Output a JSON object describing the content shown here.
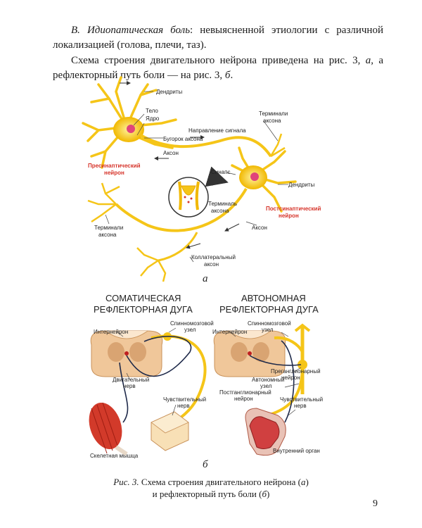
{
  "text": {
    "p1_italic": "В. Идиопатическая боль",
    "p1_rest": ": невыясненной этиологии с различной локализацией (голова, плечи, таз).",
    "p2_part1": "Схема строения двигательного нейрона приведена на рис. 3, ",
    "p2_a": "а",
    "p2_part2": ", а рефлекторный путь боли — на рис. 3, ",
    "p2_b": "б",
    "p2_end": "."
  },
  "figure_a": {
    "labels": {
      "dendrites_top": "Дендриты",
      "body": "Тело",
      "nucleus": "Ядро",
      "axon_hillock": "Бугорок аксона",
      "signal_direction": "Направление сигнала",
      "axon_top": "Аксон",
      "axon_terminals_top": "Терминали",
      "axon_terminals_top2": "аксона",
      "presynaptic1": "Пресинаптический",
      "presynaptic2": "нейрон",
      "synapse": "Синапс",
      "axon_terminal1": "Терминаль",
      "axon_terminal2": "аксона",
      "dendrites_right": "Дендриты",
      "postsynaptic1": "Постсинаптический",
      "postsynaptic2": "нейрон",
      "terminals_left1": "Терминали",
      "terminals_left2": "аксона",
      "axon_bottom": "Аксон",
      "collateral1": "Коллатеральный",
      "collateral2": "аксон"
    },
    "sub_label": "а"
  },
  "figure_b": {
    "somatic_title1": "СОМАТИЧЕСКАЯ",
    "somatic_title2": "РЕФЛЕКТОРНАЯ ДУГА",
    "autonomic_title1": "АВТОНОМНАЯ",
    "autonomic_title2": "РЕФЛЕКТОРНАЯ ДУГА",
    "labels": {
      "spinal_ganglion_l1": "Спинномозговой",
      "spinal_ganglion_l2": "узел",
      "interneuron_l": "Интернейрон",
      "motor_nerve1": "Двигательный",
      "motor_nerve2": "нерв",
      "sensory_nerve_l1": "Чувствительный",
      "sensory_nerve_l2": "нерв",
      "skeletal_muscle": "Скелетная мышца",
      "interneuron_r": "Интернейрон",
      "spinal_ganglion_r1": "Спинномозговой",
      "spinal_ganglion_r2": "узел",
      "preganglionic1": "Преганглионарный",
      "preganglionic2": "нейрон",
      "autonomic_ganglion1": "Автономный",
      "autonomic_ganglion2": "узел",
      "postganglionic1": "Постганглионарный",
      "postganglionic2": "нейрон",
      "sensory_nerve_r1": "Чувствительный",
      "sensory_nerve_r2": "нерв",
      "internal_organ": "Внутренний орган"
    },
    "sub_label": "б"
  },
  "caption": {
    "fig": "Рис. 3.",
    "line1": " Схема строения двигательного нейрона (",
    "a": "а",
    "mid": ")",
    "line2": "и рефлекторный путь боли (",
    "b": "б",
    "end": ")"
  },
  "page_number": "9",
  "colors": {
    "neuron": "#f5c518",
    "neuron_dark": "#e8a400",
    "accent_red": "#d6342a",
    "nerve_dark": "#1f2a4a"
  }
}
